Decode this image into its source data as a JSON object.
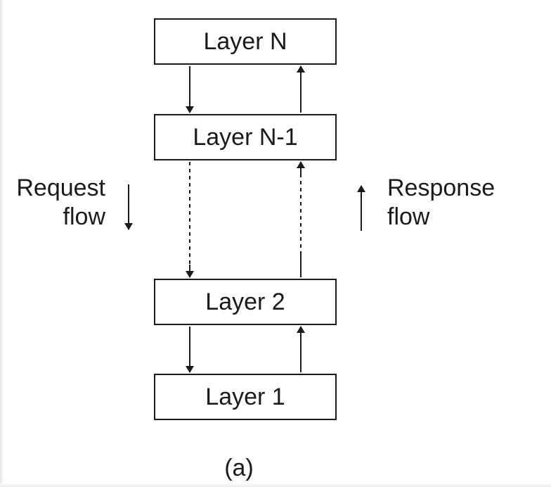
{
  "layers": [
    {
      "id": "layer-n",
      "label": "Layer N"
    },
    {
      "id": "layer-n-1",
      "label": "Layer N-1"
    },
    {
      "id": "layer-2",
      "label": "Layer 2"
    },
    {
      "id": "layer-1",
      "label": "Layer 1"
    }
  ],
  "request": {
    "line1": "Request",
    "line2": "flow"
  },
  "response": {
    "line1": "Response",
    "line2": "flow"
  },
  "caption": "(a)",
  "colors": {
    "stroke": "#1a1a1a",
    "background": "#ffffff"
  }
}
